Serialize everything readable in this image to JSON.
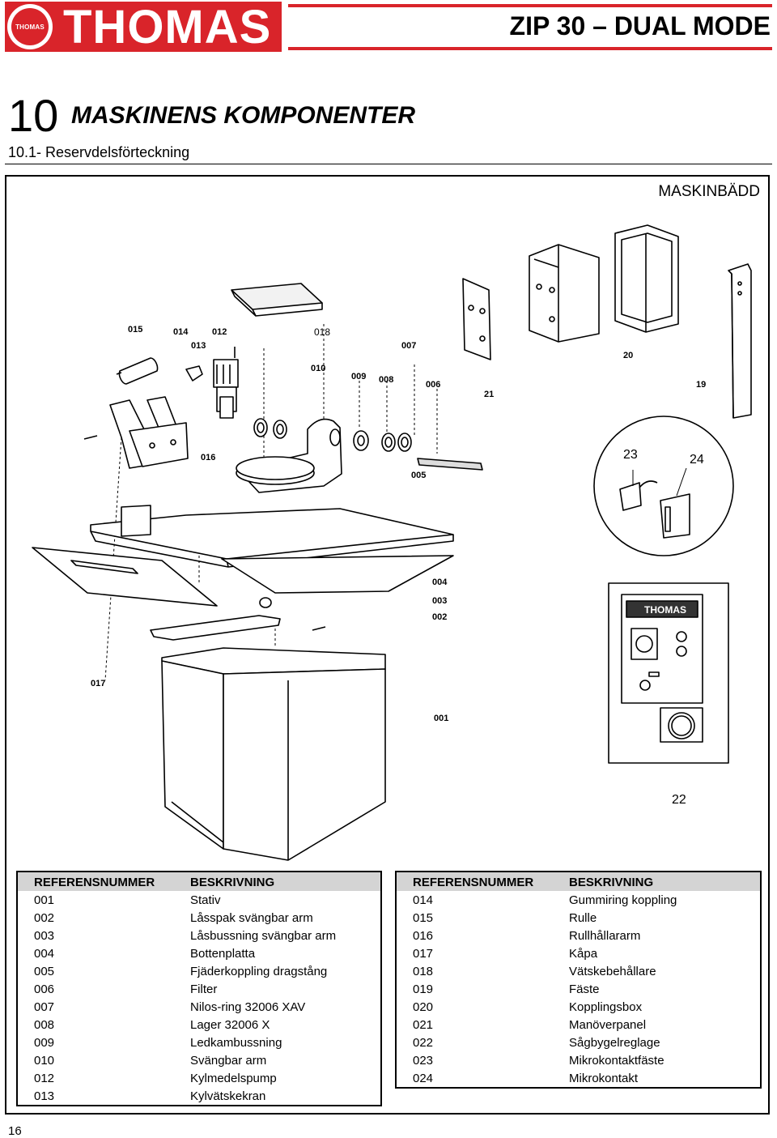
{
  "header": {
    "logo_badge_text": "THOMAS",
    "logo_text": "THOMAS",
    "document_title": "ZIP 30 – DUAL MODE"
  },
  "section": {
    "number": "10",
    "title": "MASKINENS KOMPONENTER",
    "subtitle": "10.1- Reservdelsförteckning"
  },
  "figure": {
    "label": "MASKINBÄDD",
    "callouts": [
      "015",
      "014",
      "012",
      "013",
      "018",
      "007",
      "010",
      "009",
      "008",
      "006",
      "016",
      "005",
      "004",
      "003",
      "002",
      "017",
      "001",
      "21",
      "20",
      "19",
      "23",
      "24",
      "22"
    ],
    "panel_logo": "THOMAS"
  },
  "tables": [
    {
      "headers": [
        "REFERENSNUMMER",
        "BESKRIVNING"
      ],
      "rows": [
        [
          "001",
          "Stativ"
        ],
        [
          "002",
          "Låsspak svängbar arm"
        ],
        [
          "003",
          "Låsbussning svängbar arm"
        ],
        [
          "004",
          "Bottenplatta"
        ],
        [
          "005",
          "Fjäderkoppling dragstång"
        ],
        [
          "006",
          "Filter"
        ],
        [
          "007",
          "Nilos-ring 32006 XAV"
        ],
        [
          "008",
          "Lager 32006 X"
        ],
        [
          "009",
          "Ledkambussning"
        ],
        [
          "010",
          "Svängbar arm"
        ],
        [
          "012",
          "Kylmedelspump"
        ],
        [
          "013",
          "Kylvätskekran"
        ]
      ]
    },
    {
      "headers": [
        "REFERENSNUMMER",
        "BESKRIVNING"
      ],
      "rows": [
        [
          "014",
          "Gummiring koppling"
        ],
        [
          "015",
          "Rulle"
        ],
        [
          "016",
          "Rullhållararm"
        ],
        [
          "017",
          "Kåpa"
        ],
        [
          "018",
          "Vätskebehållare"
        ],
        [
          "019",
          "Fäste"
        ],
        [
          "020",
          "Kopplingsbox"
        ],
        [
          "021",
          "Manöverpanel"
        ],
        [
          "022",
          "Sågbygelreglage"
        ],
        [
          "023",
          "Mikrokontaktfäste"
        ],
        [
          "024",
          "Mikrokontakt"
        ]
      ]
    }
  ],
  "footer": {
    "page_number": "16"
  },
  "colors": {
    "brand_red": "#d9242a",
    "table_header_bg": "#d4d4d4"
  }
}
